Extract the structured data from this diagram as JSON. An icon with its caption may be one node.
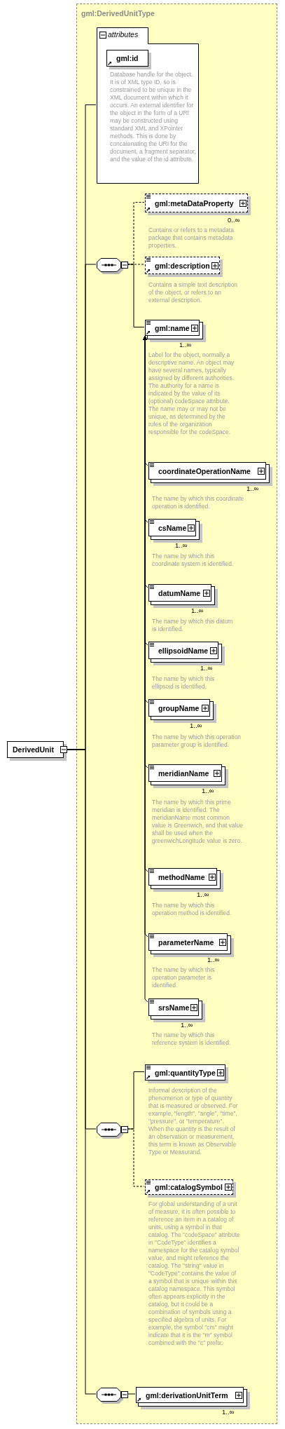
{
  "diagram": {
    "nodes": [
      {
        "text": [
          "DerivedUnit"
        ]
      },
      {
        "text": [
          "gml:DerivedUnitType"
        ]
      },
      {
        "text": [
          "attributes"
        ],
        "in": 1
      },
      {
        "text": [
          "gml:id"
        ],
        "in": 2,
        "beside": [
          "Database handle for the object. It is of XML type ID, so is constrained to be unique in the XML document within which it occurs. An external identifier for the object in the form of a URI may be constructed using standard XML and XPointer methods. This is done by concatenating the URI for the document, a fragment separator, and the value of the id attribute."
        ]
      },
      {
        "text": [],
        "shape": "octagon",
        "in": 1
      },
      {
        "text": [
          "gml:metaDataProperty"
        ],
        "in": 1,
        "beside": [
          "0..∞",
          "Contains or refers to a metadata package that contains metadata properties."
        ]
      },
      {
        "text": [
          "gml:description"
        ],
        "in": 1,
        "beside": [
          "Contains a simple text description of the object, or refers to an external description."
        ]
      },
      {
        "text": [
          "gml:name"
        ],
        "in": 1,
        "beside": [
          "1..∞",
          "Label for the object, normally a descriptive name. An object may have several names, typically assigned by different authorities. The authority for a name is indicated by the value of its (optional) codeSpace attribute. The name may or may not be unique, as determined by the rules of the organization responsible for the codeSpace."
        ]
      },
      {
        "text": [
          "coordinateOperationName"
        ],
        "in": 1,
        "beside": [
          "1..∞",
          "The name by which this coordinate operation is identified."
        ]
      },
      {
        "text": [
          "csName"
        ],
        "in": 1,
        "beside": [
          "1..∞",
          "The name by which this coordinate system is identified."
        ]
      },
      {
        "text": [
          "datumName"
        ],
        "in": 1,
        "beside": [
          "1..∞",
          "The name by which this datum is identified."
        ]
      },
      {
        "text": [
          "ellipsoidName"
        ],
        "in": 1,
        "beside": [
          "1..∞",
          "The name by which this ellipsoid is identified."
        ]
      },
      {
        "text": [
          "groupName"
        ],
        "in": 1,
        "beside": [
          "1..∞",
          "The name by which this operation parameter group is identified."
        ]
      },
      {
        "text": [
          "meridianName"
        ],
        "in": 1,
        "beside": [
          "1..∞",
          "The name by which this prime meridian is identified. The meridianName most common value is Greenwich, and that value shall be used when the greenwichLongitude value is zero."
        ]
      },
      {
        "text": [
          "methodName"
        ],
        "in": 1,
        "beside": [
          "1..∞",
          "The name by which this operation method is identified."
        ]
      },
      {
        "text": [
          "parameterName"
        ],
        "in": 1,
        "beside": [
          "1..∞",
          "The name by which this operation parameter is identified."
        ]
      },
      {
        "text": [
          "srsName"
        ],
        "in": 1,
        "beside": [
          "1..∞",
          "The name by which this reference system is identified."
        ]
      },
      {
        "text": [],
        "shape": "octagon",
        "in": 1
      },
      {
        "text": [
          "gml:quantityType"
        ],
        "in": 1,
        "beside": [
          "Informal description of the phenomenon or type of quantity that is measured or observed. For example, \"length\", \"angle\", \"time\", \"pressure\", or \"temperature\". When the quantity is the result of an observation or measurement, this term is known as Observable Type or Measurand."
        ]
      },
      {
        "text": [
          "gml:catalogSymbol"
        ],
        "in": 1,
        "beside": [
          "For global understanding of a unit of measure, it is often possible to reference an item in a catalog of units, using a symbol in that catalog. The \"codeSpace\" attribute in \"CodeType\" identifies a namespace for the catalog symbol value, and might reference the catalog. The \"string\" value in \"CodeType\" contains the value of a symbol that is unique within this catalog namespace. This symbol often appears explicitly in the catalog, but it could be a combination of symbols using a specified algebra of units. For example, the symbol \"cm\" might indicate that it is the \"m\" symbol combined with the \"c\" prefix."
        ]
      },
      {
        "text": [],
        "shape": "octagon",
        "in": 1
      },
      {
        "text": [
          "gml:derivationUnitTerm"
        ],
        "in": 1,
        "beside": [
          "1..∞"
        ]
      }
    ],
    "edges": [
      {
        "from": 0,
        "to": 2,
        "arrow": "none"
      },
      {
        "from": 0,
        "to": 4,
        "arrow": "none"
      },
      {
        "from": 0,
        "to": 17,
        "arrow": "none"
      },
      {
        "from": 0,
        "to": 20,
        "arrow": "none"
      },
      {
        "from": 4,
        "to": 5,
        "arrow": "none",
        "style": "dashed"
      },
      {
        "from": 4,
        "to": 6,
        "arrow": "none",
        "style": "dashed"
      },
      {
        "from": 4,
        "to": 7,
        "arrow": "none"
      },
      {
        "from": 8,
        "to": 7,
        "arrow": "to"
      },
      {
        "from": 9,
        "to": 7,
        "arrow": "to"
      },
      {
        "from": 10,
        "to": 7,
        "arrow": "to"
      },
      {
        "from": 11,
        "to": 7,
        "arrow": "to"
      },
      {
        "from": 12,
        "to": 7,
        "arrow": "to"
      },
      {
        "from": 13,
        "to": 7,
        "arrow": "to"
      },
      {
        "from": 14,
        "to": 7,
        "arrow": "to"
      },
      {
        "from": 15,
        "to": 7,
        "arrow": "to"
      },
      {
        "from": 16,
        "to": 7,
        "arrow": "to"
      },
      {
        "from": 17,
        "to": 18,
        "arrow": "none"
      },
      {
        "from": 17,
        "to": 19,
        "arrow": "none",
        "style": "dashed"
      },
      {
        "from": 20,
        "to": 21,
        "arrow": "none"
      }
    ]
  }
}
